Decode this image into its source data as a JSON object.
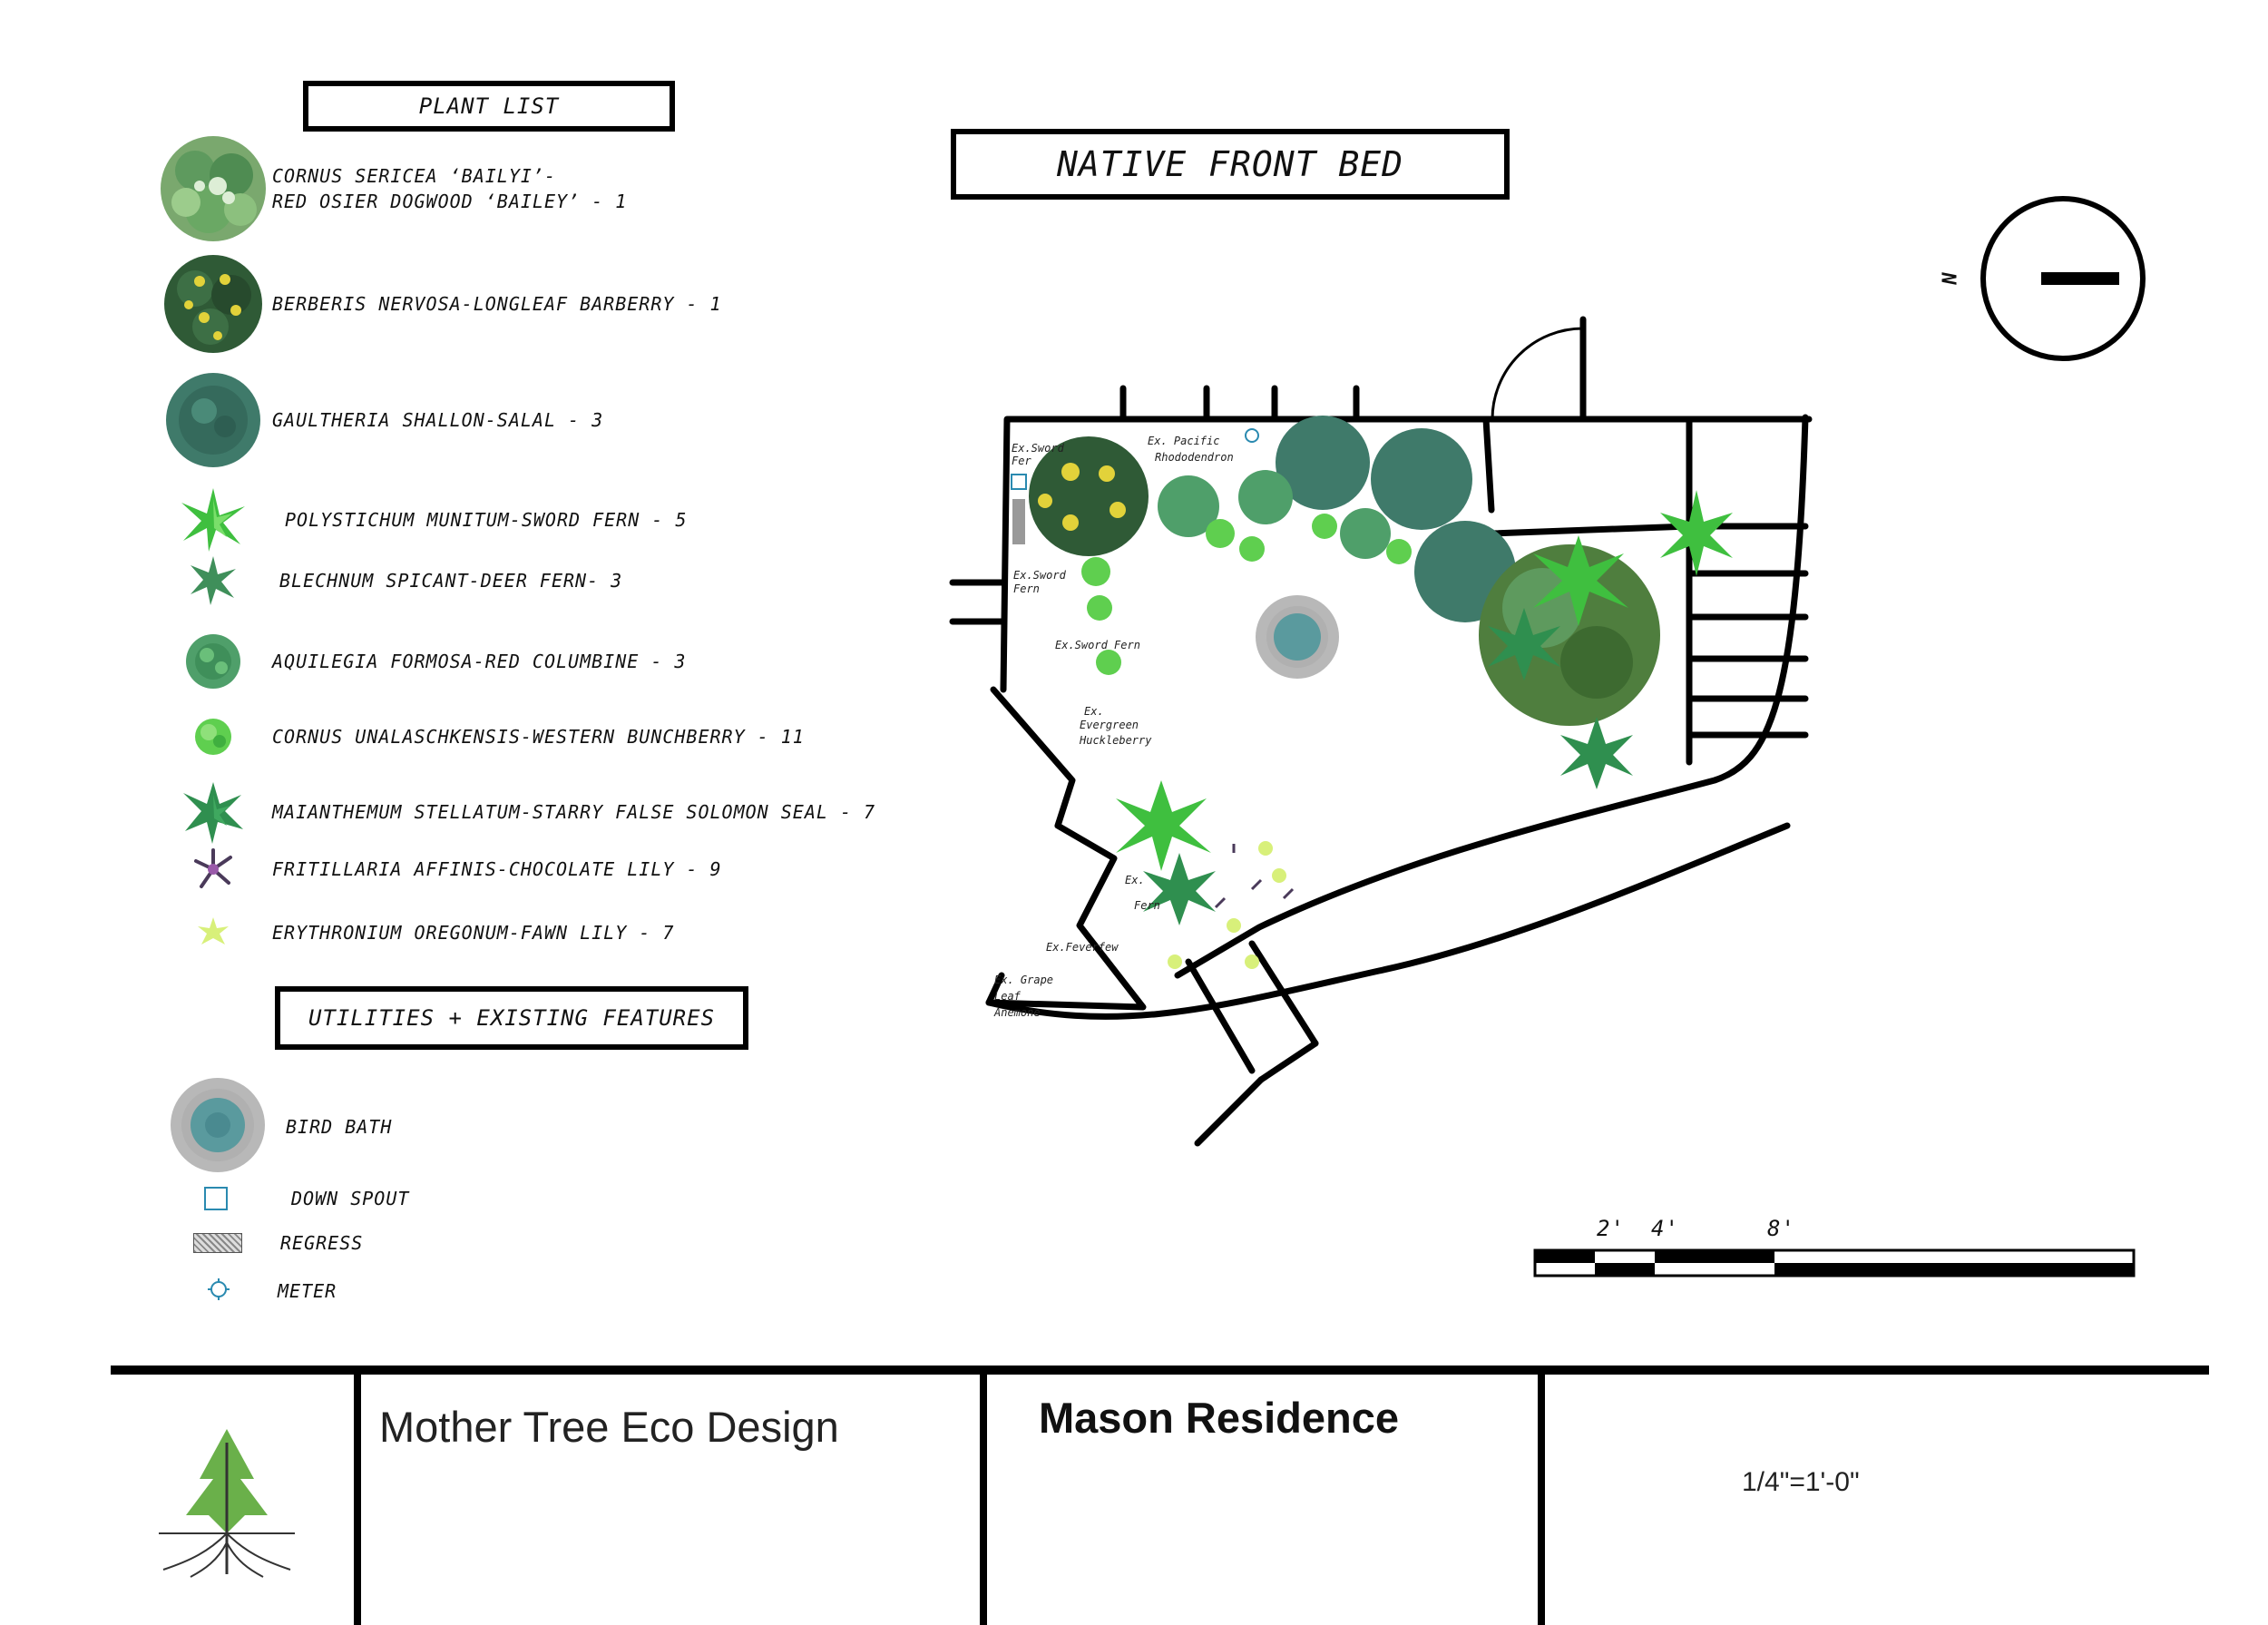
{
  "plant_list": {
    "heading": "Plant List",
    "items": [
      {
        "lines": [
          "cornus sericea ‘Bailyi’-",
          "Red Osier Dogwood ‘Bailey’ - 1"
        ],
        "icon": "dogwood-shrub-icon",
        "color": "#5e9a5e"
      },
      {
        "lines": [
          "Berberis nervosa-Longleaf Barberry - 1"
        ],
        "icon": "barberry-shrub-icon",
        "color": "#2f5a36"
      },
      {
        "lines": [
          "Gaultheria shallon-salal - 3"
        ],
        "icon": "salal-shrub-icon",
        "color": "#3f7a6a"
      },
      {
        "lines": [
          "Polystichum munitum-Sword Fern - 5"
        ],
        "icon": "sword-fern-icon",
        "color": "#3fbf3f"
      },
      {
        "lines": [
          "Blechnum spicant-deer Fern- 3"
        ],
        "icon": "deer-fern-icon",
        "color": "#3f8f5a"
      },
      {
        "lines": [
          "Aquilegia formosa-Red columbine - 3"
        ],
        "icon": "columbine-icon",
        "color": "#4f9f6a"
      },
      {
        "lines": [
          "Cornus unalaschkensis-Western Bunchberry - 11"
        ],
        "icon": "bunchberry-icon",
        "color": "#5fcf4f"
      },
      {
        "lines": [
          "Maianthemum stellatum-Starry False Solomon Seal - 7"
        ],
        "icon": "solomon-seal-icon",
        "color": "#2f8f4f"
      },
      {
        "lines": [
          "Fritillaria affinis-Chocolate Lily - 9"
        ],
        "icon": "chocolate-lily-icon",
        "color": "#4a3a5a"
      },
      {
        "lines": [
          "Erythronium oregonum-Fawn Lily - 7"
        ],
        "icon": "fawn-lily-icon",
        "color": "#d8f07a"
      }
    ]
  },
  "utilities": {
    "heading": "Utilities + existing Features",
    "items": [
      {
        "label": "Bird Bath",
        "icon": "bird-bath-icon"
      },
      {
        "label": "Down spout",
        "icon": "down-spout-icon"
      },
      {
        "label": "Regress",
        "icon": "regress-icon"
      },
      {
        "label": "Meter",
        "icon": "meter-icon"
      }
    ]
  },
  "plan": {
    "title": "Native Front Bed",
    "north_label": "N",
    "existing_labels": {
      "sword_fern_1a": "Ex.Sword",
      "sword_fern_1b": "Fer",
      "rhodo_a": "Ex. Pacific",
      "rhodo_b": "Rhododendron",
      "sword_fern_2a": "Ex.Sword",
      "sword_fern_2b": "Fern",
      "sword_fern_3": "Ex.Sword Fern",
      "huckle_a": "Ex.",
      "huckle_b": "Evergreen",
      "huckle_c": "Huckleberry",
      "fern_a": "Ex.",
      "fern_b": "Fern",
      "feverfew": "Ex.Feverfew",
      "anemone_a": "Ex. Grape",
      "anemone_b": "Leaf",
      "anemone_c": "Anemone"
    }
  },
  "scale_bar": {
    "labels": [
      "2'",
      "4'",
      "8'"
    ]
  },
  "title_block": {
    "company": "Mother Tree Eco Design",
    "project": "Mason Residence",
    "scale": "1/4\"=1'-0\""
  },
  "colors": {
    "ink": "#000000",
    "water": "#5a9a9e",
    "water_rim": "#9a9a9a"
  }
}
